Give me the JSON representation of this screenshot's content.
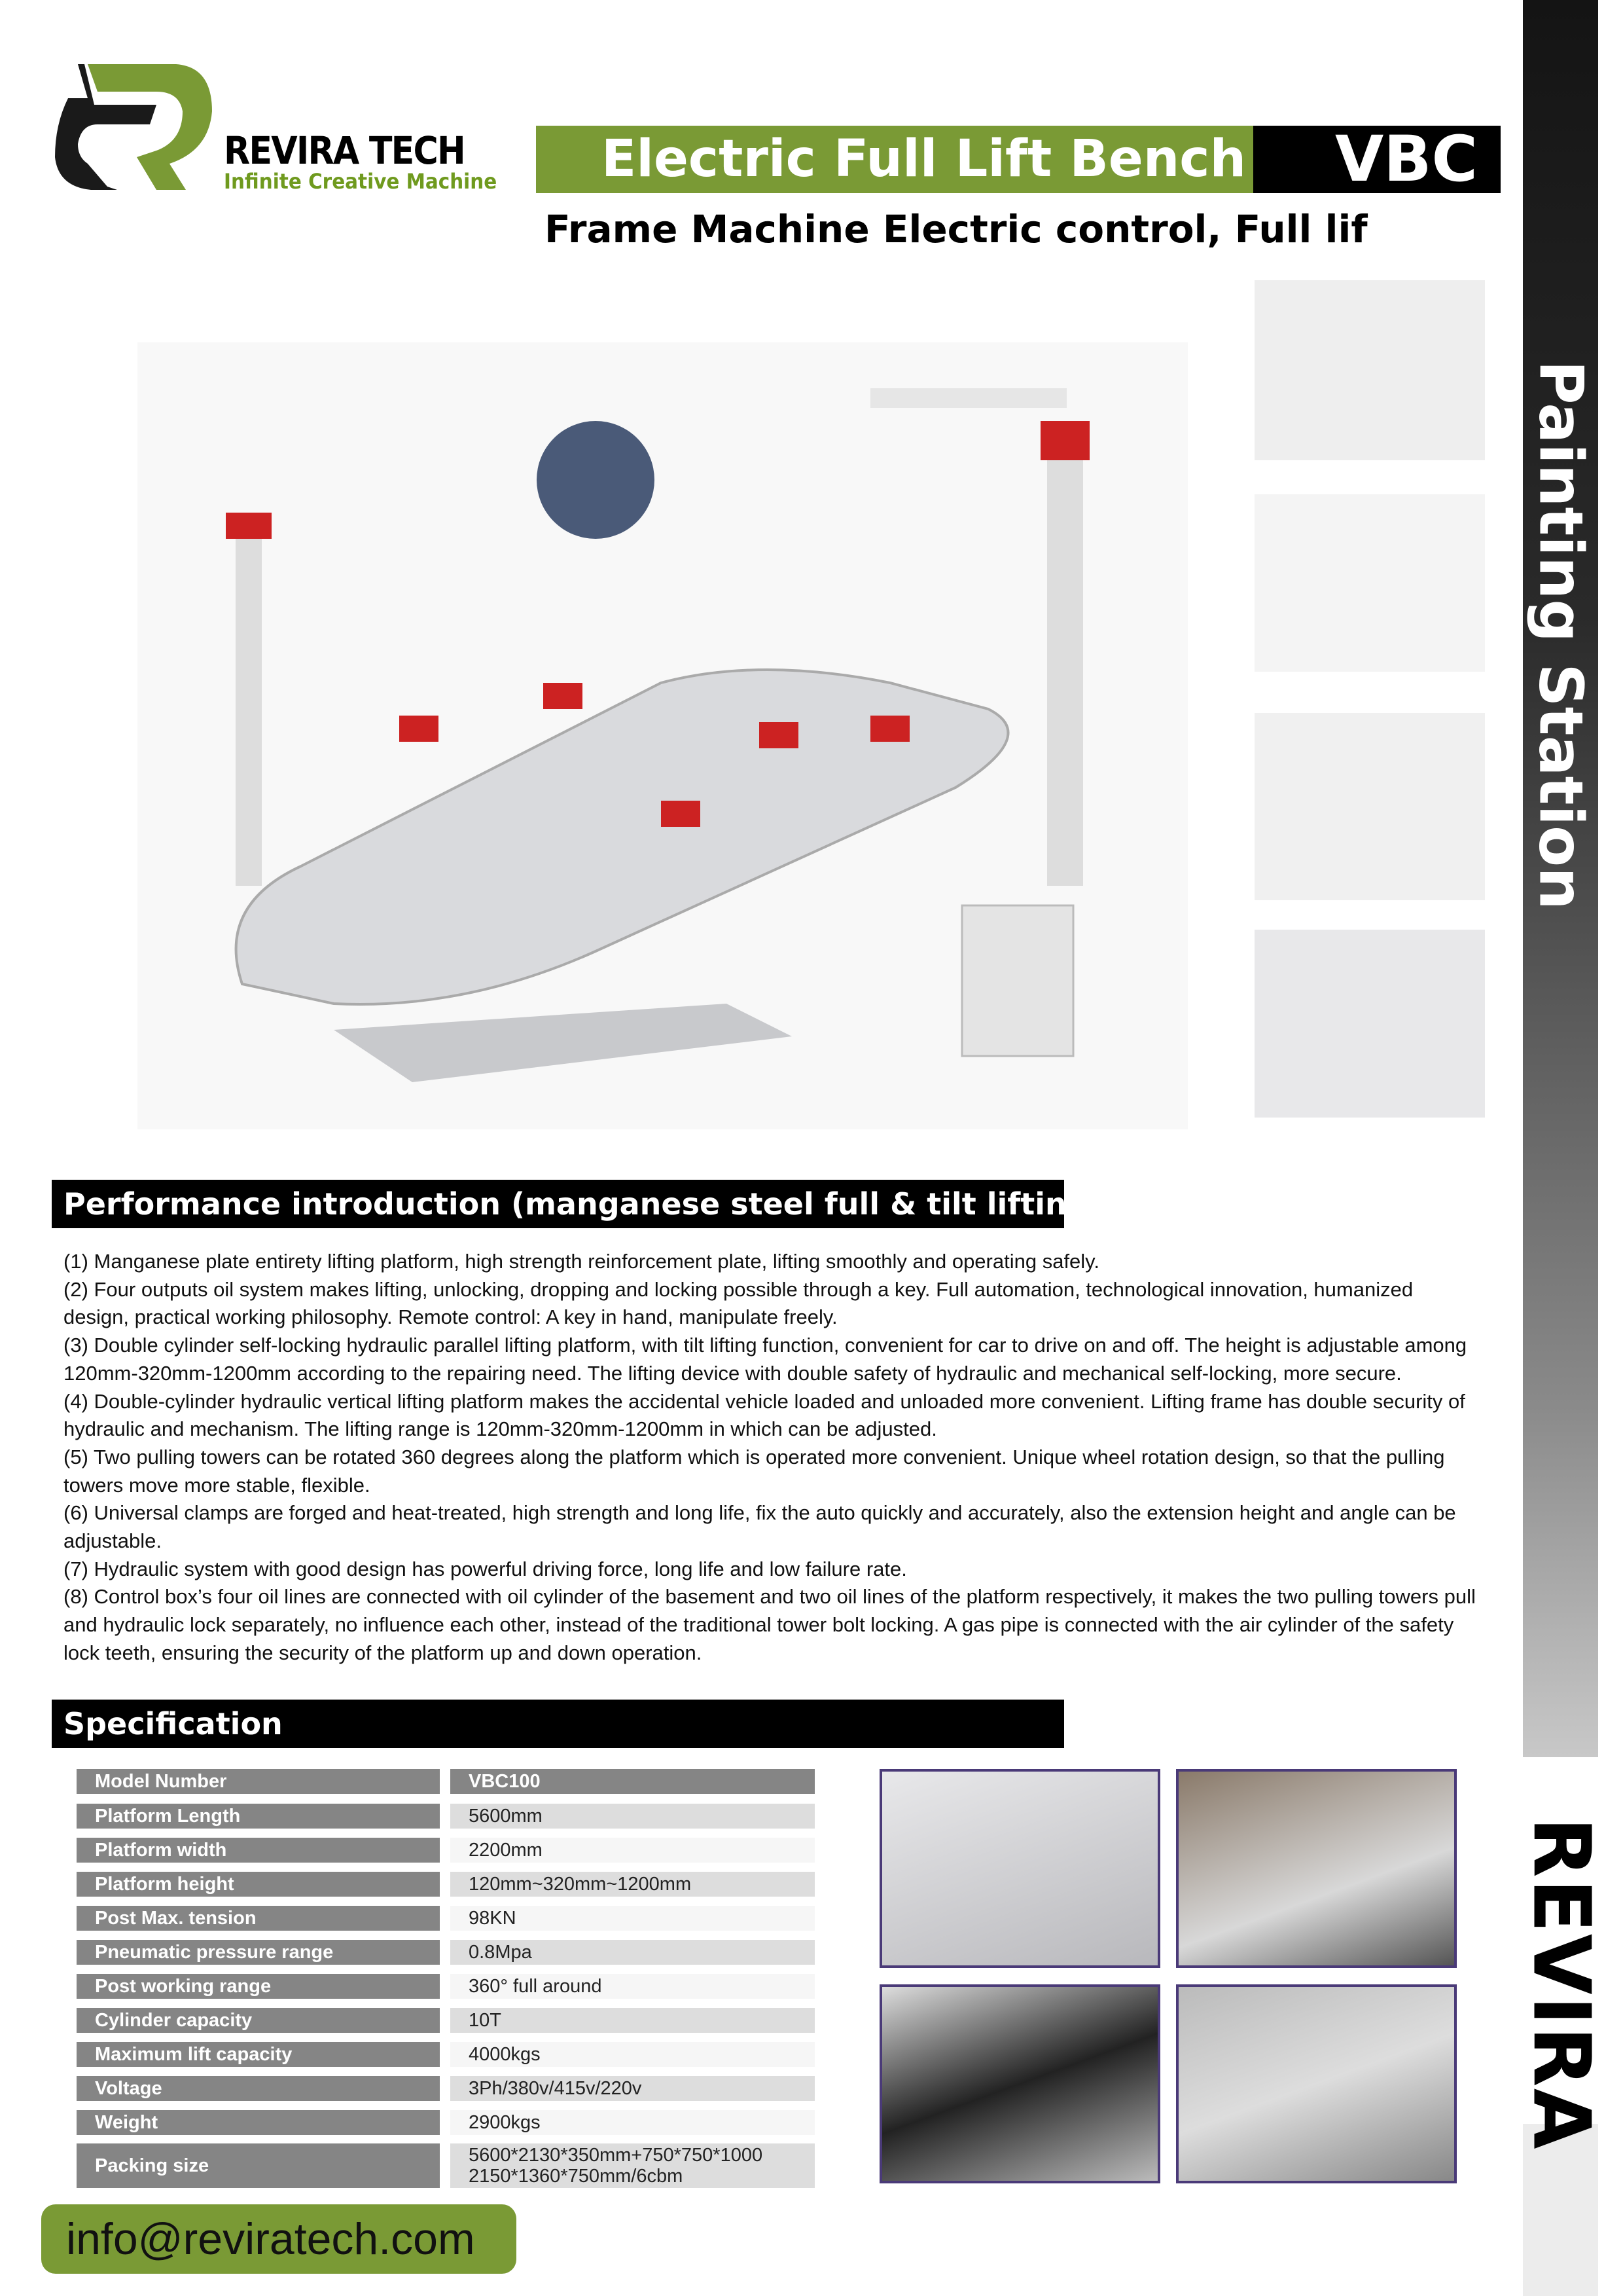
{
  "brand": {
    "name": "REVIRA TECH",
    "tagline": "Infinite Creative Machine",
    "side_title": "Painting Station",
    "side_logo": "REVIRA",
    "colors": {
      "green": "#7a9a35",
      "black": "#000000"
    }
  },
  "banner": {
    "title": "Electric Full Lift  Bench",
    "model": "VBC"
  },
  "subtitle": "Frame Machine Electric control, Full lif",
  "performance": {
    "heading": "Performance introduction (manganese steel full & tilt lifting platform)",
    "items": [
      "(1) Manganese plate entirety lifting platform, high strength reinforcement plate, lifting smoothly and operating safely.",
      " (2) Four outputs oil system makes lifting, unlocking, dropping and locking possible through a key. Full automation, technological innovation, humanized design, practical working philosophy. Remote control: A key in hand, manipulate freely.",
      " (3) Double cylinder self-locking hydraulic parallel lifting platform, with tilt lifting function, convenient for car to drive on and off. The height is adjustable among 120mm-320mm-1200mm according to the repairing need. The lifting device with double safety of hydraulic and mechanical self-locking, more secure.",
      " (4) Double-cylinder hydraulic vertical lifting platform makes the accidental vehicle loaded and unloaded more convenient. Lifting frame has double security of hydraulic and mechanism. The lifting range is 120mm-320mm-1200mm in which can be adjusted.",
      " (5) Two pulling towers can be rotated 360 degrees along the platform which is operated more convenient. Unique wheel rotation design, so that the pulling towers move more stable, flexible.",
      " (6) Universal clamps are forged and heat-treated, high strength and long life, fix the auto quickly and accurately, also the extension height and angle can be adjustable.",
      " (7) Hydraulic system with good design has powerful driving force, long life and low failure rate.",
      " (8) Control box’s four oil lines are connected with oil cylinder of the basement and two oil lines of the platform respectively, it makes the two pulling towers pull and hydraulic lock separately, no influence each other, instead of the traditional tower bolt locking. A gas pipe is connected with the air cylinder of the safety lock teeth, ensuring the security of the platform up and down operation."
    ]
  },
  "spec": {
    "heading": "Specification",
    "rows": [
      {
        "label": "Model Number",
        "value": "VBC100"
      },
      {
        "label": "Platform Length",
        "value": "5600mm"
      },
      {
        "label": "Platform width",
        "value": "2200mm"
      },
      {
        "label": "Platform height",
        "value": "120mm~320mm~1200mm"
      },
      {
        "label": "Post Max. tension",
        "value": "98KN"
      },
      {
        "label": "Pneumatic pressure range",
        "value": "0.8Mpa"
      },
      {
        "label": "Post working range",
        "value": "360° full around"
      },
      {
        "label": "Cylinder capacity",
        "value": "10T"
      },
      {
        "label": "Maximum lift capacity",
        "value": "4000kgs"
      },
      {
        "label": "Voltage",
        "value": "3Ph/380v/415v/220v"
      },
      {
        "label": "Weight",
        "value": "2900kgs"
      }
    ],
    "packing": {
      "label": "Packing size",
      "line1": "5600*2130*350mm+750*750*1000",
      "line2": "2150*1360*750mm/6cbm"
    }
  },
  "contact": {
    "email": "info@reviratech.com"
  }
}
